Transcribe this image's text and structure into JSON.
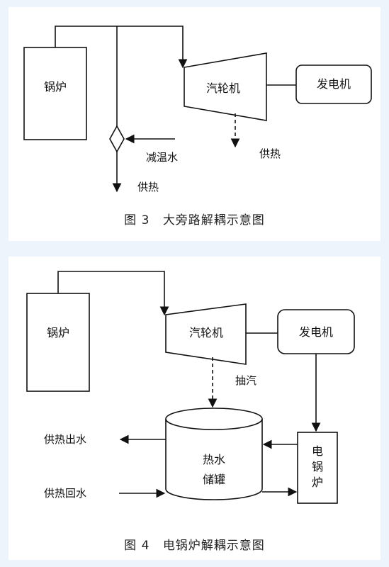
{
  "figure3": {
    "caption_number": "图 3",
    "caption_title": "大旁路解耦示意图",
    "boiler": "锅炉",
    "turbine": "汽轮机",
    "generator": "发电机",
    "desuperheating_water": "减温水",
    "heat_supply_left": "供热",
    "heat_supply_right": "供热"
  },
  "figure4": {
    "caption_number": "图 4",
    "caption_title": "电锅炉解耦示意图",
    "boiler": "锅炉",
    "turbine": "汽轮机",
    "generator": "发电机",
    "extraction_steam": "抽汽",
    "tank_line1": "热水",
    "tank_line2": "储罐",
    "electric_boiler_1": "电",
    "electric_boiler_2": "锅",
    "electric_boiler_3": "炉",
    "heat_supply_outlet": "供热出水",
    "heat_supply_return": "供热回水"
  }
}
